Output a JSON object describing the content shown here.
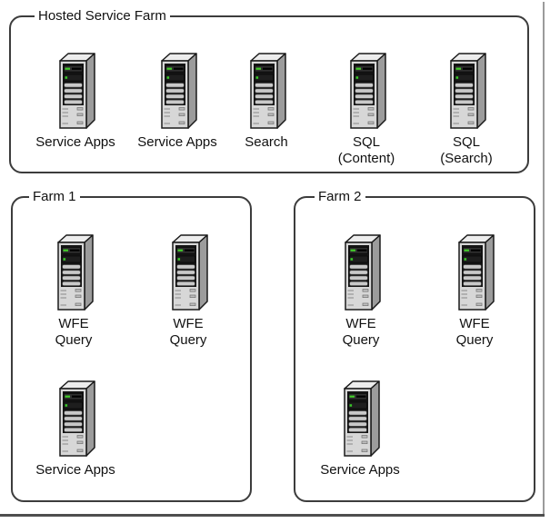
{
  "diagram": {
    "groups": [
      {
        "title": "Hosted Service Farm",
        "servers": [
          {
            "label": "Service Apps"
          },
          {
            "label": "Service Apps"
          },
          {
            "label": "Search"
          },
          {
            "label": "SQL\n(Content)"
          },
          {
            "label": "SQL\n(Search)"
          }
        ]
      },
      {
        "title": "Farm 1",
        "servers": [
          {
            "label": "WFE\nQuery"
          },
          {
            "label": "WFE\nQuery"
          },
          {
            "label": "Service Apps"
          }
        ]
      },
      {
        "title": "Farm 2",
        "servers": [
          {
            "label": "WFE\nQuery"
          },
          {
            "label": "WFE\nQuery"
          },
          {
            "label": "Service Apps"
          }
        ]
      }
    ]
  },
  "colors": {
    "background": "#ffffff",
    "box_border": "#3c3c3c",
    "text": "#111111",
    "server_front": "#d7d7d7",
    "server_side": "#9c9c9c",
    "server_top": "#ededed",
    "server_panel": "#141414",
    "led_green": "#43cd2a",
    "shadow_right": "#9b9b9b",
    "shadow_bottom": "#4e4e4e"
  }
}
